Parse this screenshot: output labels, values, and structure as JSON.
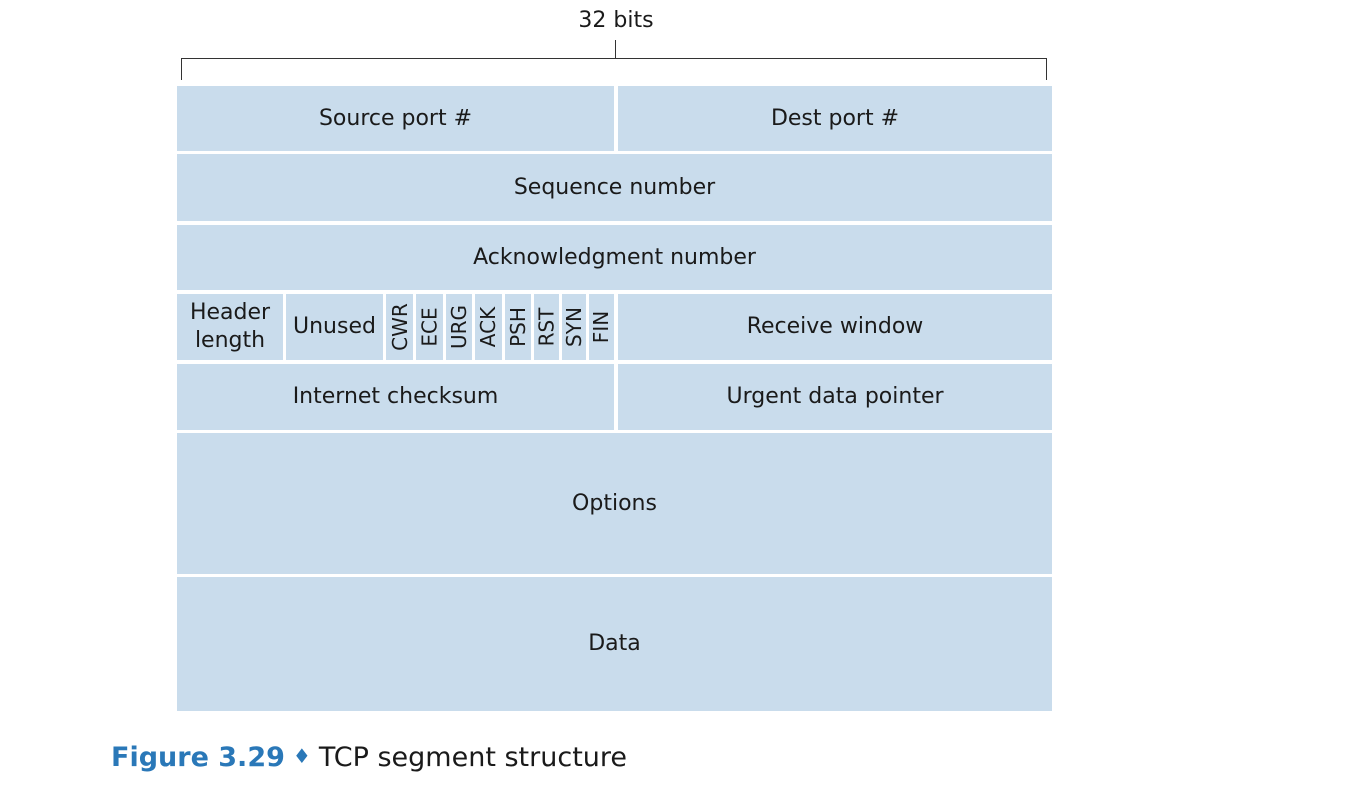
{
  "width_label": "32 bits",
  "rows": {
    "source_port": "Source port #",
    "dest_port": "Dest port #",
    "sequence_number": "Sequence number",
    "acknowledgment_number": "Acknowledgment number",
    "header_length": "Header length",
    "unused": "Unused",
    "flags": [
      "CWR",
      "ECE",
      "URG",
      "ACK",
      "PSH",
      "RST",
      "SYN",
      "FIN"
    ],
    "receive_window": "Receive window",
    "internet_checksum": "Internet checksum",
    "urgent_data_pointer": "Urgent data pointer",
    "options": "Options",
    "data": "Data"
  },
  "caption": {
    "figure": "Figure 3.29",
    "separator": "♦",
    "title": "TCP segment structure"
  },
  "colors": {
    "cell_fill": "#c9dcec",
    "caption_accent": "#2a78b8"
  }
}
